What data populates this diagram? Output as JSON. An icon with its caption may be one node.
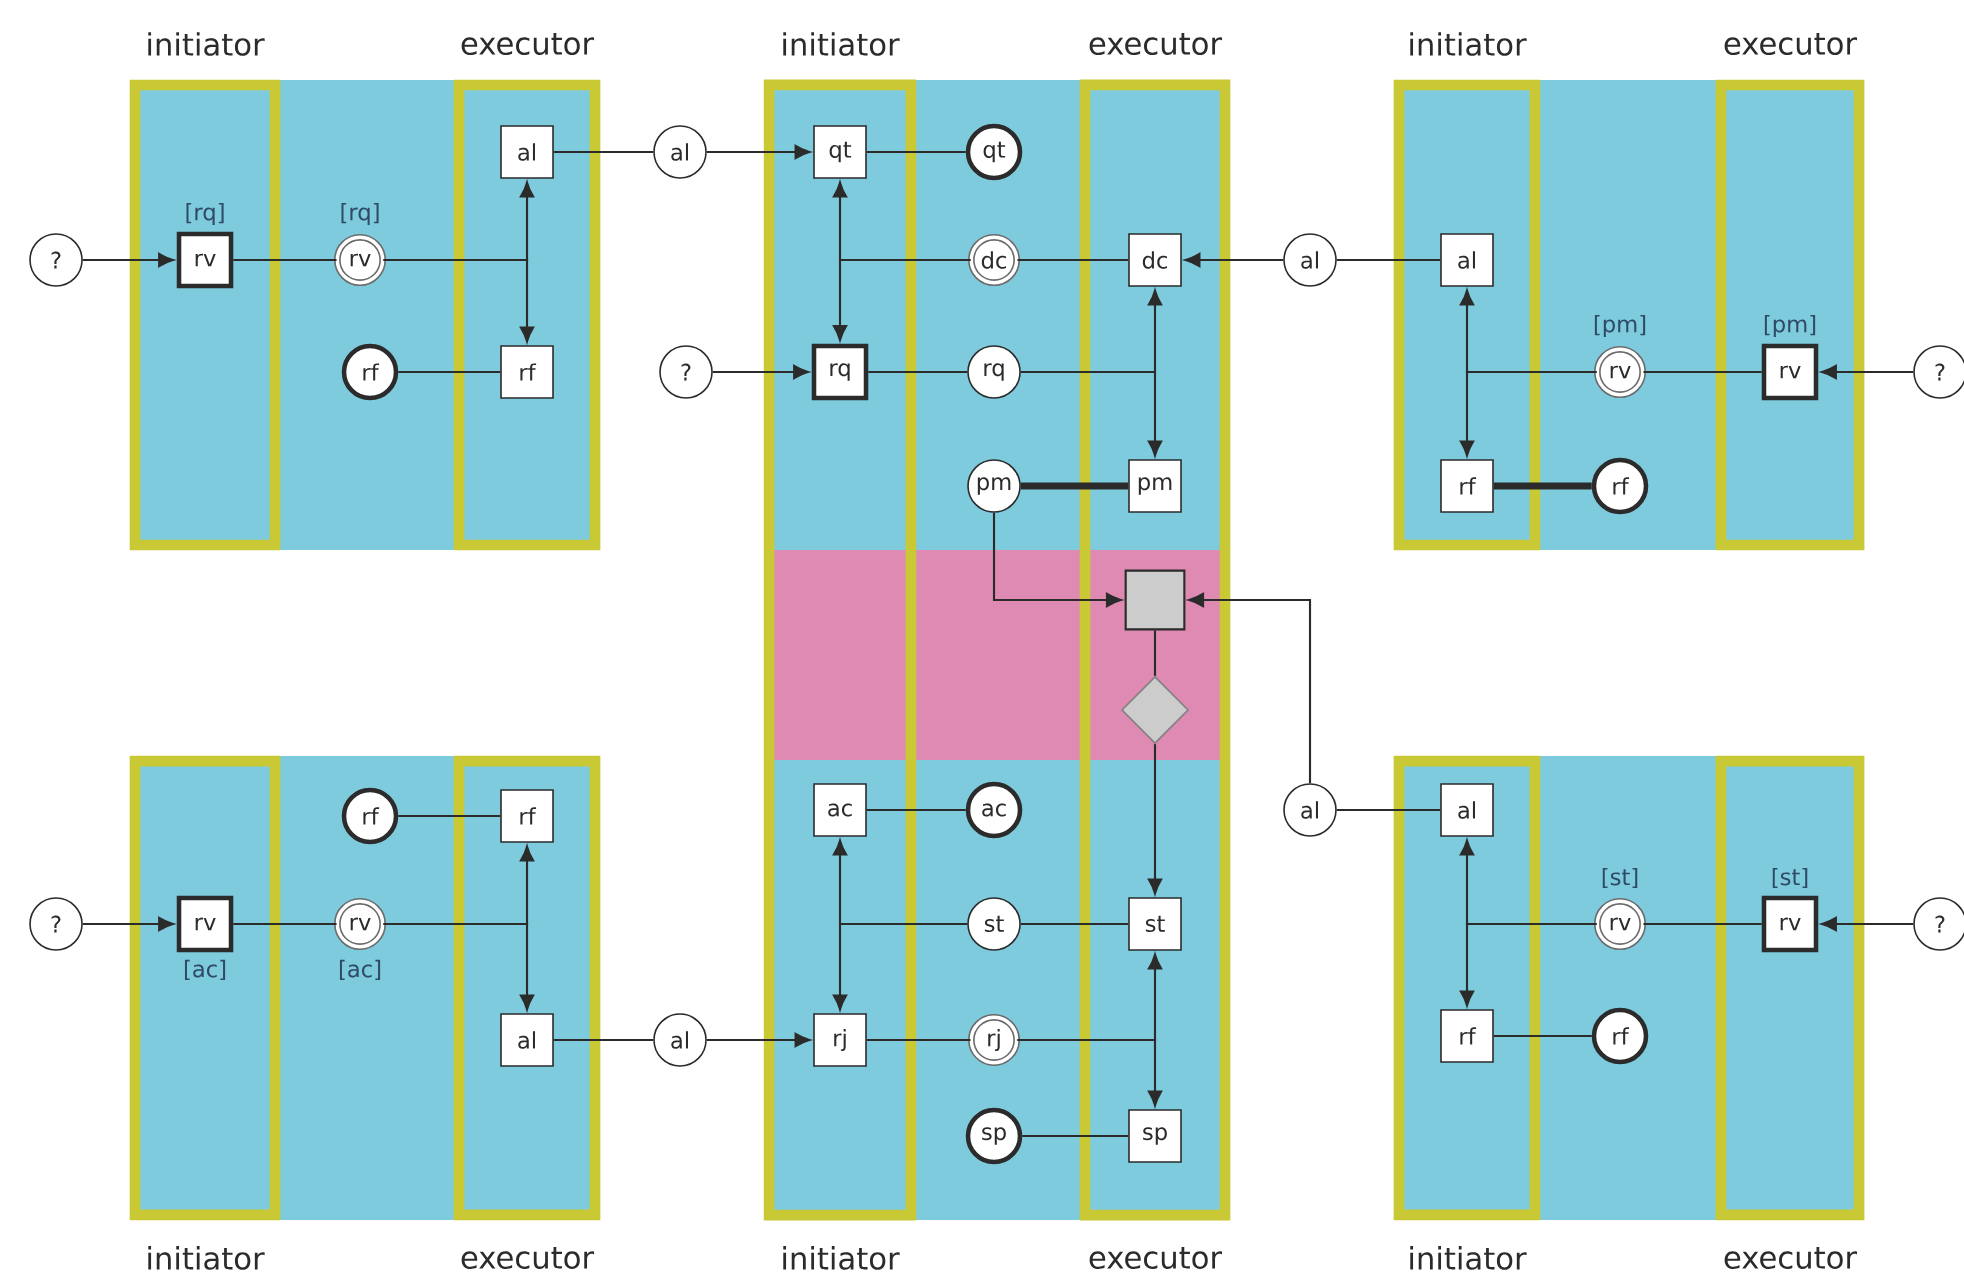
{
  "diagram": {
    "nodes": [
      {
        "text": [
          "initiator"
        ]
      },
      {
        "text": [
          "executor"
        ]
      },
      {
        "text": [
          "?"
        ]
      },
      {
        "text": [
          "rv"
        ],
        "in": 0,
        "beside": [
          "[rq]"
        ]
      },
      {
        "text": [
          "rv"
        ],
        "beside": [
          "[rq]"
        ]
      },
      {
        "text": [
          "al"
        ],
        "in": 1
      },
      {
        "text": [
          "rf"
        ]
      },
      {
        "text": [
          "rf"
        ],
        "in": 1
      },
      {
        "text": [
          "al"
        ]
      },
      {
        "text": [
          "initiator",
          "initiator"
        ]
      },
      {
        "text": [
          "executor",
          "executor"
        ]
      },
      {
        "text": [
          "qt"
        ],
        "in": 9
      },
      {
        "text": [
          "qt"
        ]
      },
      {
        "text": [
          "dc"
        ]
      },
      {
        "text": [
          "dc"
        ],
        "in": 10
      },
      {
        "text": [
          "?"
        ]
      },
      {
        "text": [
          "rq"
        ],
        "in": 9
      },
      {
        "text": [
          "rq"
        ]
      },
      {
        "text": [
          "pm"
        ]
      },
      {
        "text": [
          "pm"
        ],
        "in": 10
      },
      {
        "text": [],
        "shape": "box",
        "in": 10
      },
      {
        "text": [],
        "shape": "diamond",
        "in": 10
      },
      {
        "text": [
          "initiator"
        ]
      },
      {
        "text": [
          "executor"
        ]
      },
      {
        "text": [
          "al"
        ]
      },
      {
        "text": [
          "al"
        ],
        "in": 22
      },
      {
        "text": [
          "rv"
        ],
        "beside": [
          "[pm]"
        ]
      },
      {
        "text": [
          "rv"
        ],
        "in": 23,
        "beside": [
          "[pm]"
        ]
      },
      {
        "text": [
          "?"
        ]
      },
      {
        "text": [
          "rf"
        ],
        "in": 22
      },
      {
        "text": [
          "rf"
        ]
      },
      {
        "text": [
          "initiator"
        ]
      },
      {
        "text": [
          "executor"
        ]
      },
      {
        "text": [
          "rf"
        ]
      },
      {
        "text": [
          "rf"
        ],
        "in": 32
      },
      {
        "text": [
          "?"
        ]
      },
      {
        "text": [
          "rv"
        ],
        "in": 31,
        "beside": [
          "[ac]"
        ]
      },
      {
        "text": [
          "rv"
        ],
        "beside": [
          "[ac]"
        ]
      },
      {
        "text": [
          "al"
        ],
        "in": 32
      },
      {
        "text": [
          "al"
        ]
      },
      {
        "text": [
          "ac"
        ],
        "in": 9
      },
      {
        "text": [
          "ac"
        ]
      },
      {
        "text": [
          "st"
        ]
      },
      {
        "text": [
          "st"
        ],
        "in": 10
      },
      {
        "text": [
          "rj"
        ],
        "in": 9
      },
      {
        "text": [
          "rj"
        ]
      },
      {
        "text": [
          "sp"
        ]
      },
      {
        "text": [
          "sp"
        ],
        "in": 10
      },
      {
        "text": [
          "initiator"
        ]
      },
      {
        "text": [
          "executor"
        ]
      },
      {
        "text": [
          "al"
        ]
      },
      {
        "text": [
          "al"
        ],
        "in": 48
      },
      {
        "text": [
          "rv"
        ],
        "beside": [
          "[st]"
        ]
      },
      {
        "text": [
          "rv"
        ],
        "in": 49,
        "beside": [
          "[st]"
        ]
      },
      {
        "text": [
          "?"
        ]
      },
      {
        "text": [
          "rf"
        ],
        "in": 48
      },
      {
        "text": [
          "rf"
        ]
      }
    ],
    "edges": [
      {
        "from": 2,
        "to": 3,
        "arrow": "to"
      },
      {
        "from": 3,
        "to": 4,
        "arrow": "none"
      },
      {
        "from": 4,
        "to": 5,
        "arrow": "to"
      },
      {
        "from": 4,
        "to": 7,
        "arrow": "to"
      },
      {
        "from": 6,
        "to": 7,
        "arrow": "none"
      },
      {
        "from": 5,
        "to": 8,
        "arrow": "none"
      },
      {
        "from": 8,
        "to": 11,
        "arrow": "to"
      },
      {
        "from": 11,
        "to": 12,
        "arrow": "none"
      },
      {
        "from": 14,
        "to": 13,
        "arrow": "none"
      },
      {
        "from": 13,
        "to": 11,
        "arrow": "to"
      },
      {
        "from": 13,
        "to": 16,
        "arrow": "to"
      },
      {
        "from": 15,
        "to": 16,
        "arrow": "to"
      },
      {
        "from": 16,
        "to": 17,
        "arrow": "none"
      },
      {
        "from": 17,
        "to": 14,
        "arrow": "to"
      },
      {
        "from": 17,
        "to": 19,
        "arrow": "to"
      },
      {
        "from": 18,
        "to": 19,
        "arrow": "none",
        "style": "thick"
      },
      {
        "from": 18,
        "to": 20,
        "arrow": "to"
      },
      {
        "from": 24,
        "to": 14,
        "arrow": "to"
      },
      {
        "from": 24,
        "to": 25,
        "arrow": "none"
      },
      {
        "from": 27,
        "to": 26,
        "arrow": "none"
      },
      {
        "from": 28,
        "to": 27,
        "arrow": "to"
      },
      {
        "from": 26,
        "to": 25,
        "arrow": "to"
      },
      {
        "from": 26,
        "to": 29,
        "arrow": "to"
      },
      {
        "from": 29,
        "to": 30,
        "arrow": "none",
        "style": "thick"
      },
      {
        "from": 20,
        "to": 21,
        "arrow": "none"
      },
      {
        "from": 21,
        "to": 43,
        "arrow": "to"
      },
      {
        "from": 50,
        "to": 20,
        "arrow": "to"
      },
      {
        "from": 50,
        "to": 51,
        "arrow": "none"
      },
      {
        "from": 33,
        "to": 34,
        "arrow": "none"
      },
      {
        "from": 35,
        "to": 36,
        "arrow": "to"
      },
      {
        "from": 36,
        "to": 37,
        "arrow": "none"
      },
      {
        "from": 37,
        "to": 34,
        "arrow": "to"
      },
      {
        "from": 37,
        "to": 38,
        "arrow": "to"
      },
      {
        "from": 38,
        "to": 39,
        "arrow": "none"
      },
      {
        "from": 39,
        "to": 44,
        "arrow": "to"
      },
      {
        "from": 40,
        "to": 41,
        "arrow": "none"
      },
      {
        "from": 43,
        "to": 42,
        "arrow": "none"
      },
      {
        "from": 42,
        "to": 40,
        "arrow": "to"
      },
      {
        "from": 42,
        "to": 44,
        "arrow": "to"
      },
      {
        "from": 44,
        "to": 45,
        "arrow": "none"
      },
      {
        "from": 45,
        "to": 43,
        "arrow": "to"
      },
      {
        "from": 45,
        "to": 47,
        "arrow": "to"
      },
      {
        "from": 46,
        "to": 47,
        "arrow": "none"
      },
      {
        "from": 53,
        "to": 52,
        "arrow": "none"
      },
      {
        "from": 54,
        "to": 53,
        "arrow": "to"
      },
      {
        "from": 52,
        "to": 51,
        "arrow": "to"
      },
      {
        "from": 52,
        "to": 55,
        "arrow": "to"
      },
      {
        "from": 55,
        "to": 56,
        "arrow": "none"
      }
    ]
  }
}
